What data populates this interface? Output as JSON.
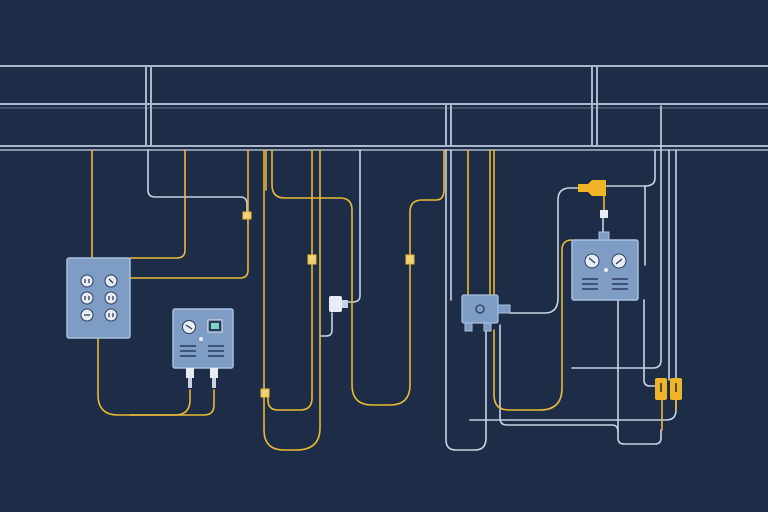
{
  "colors": {
    "background": "#1e2d47",
    "rail": "#c3d0e4",
    "wire_yellow": "#e9b934",
    "wire_white": "#c8d2e2",
    "panel_fill": "#7f9cc4",
    "panel_stroke": "#a9c0de",
    "panel_detail": "#2a3d5c",
    "plug_white": "#e8edf5",
    "plug_yellow": "#f0b429"
  },
  "icons": {
    "outlet_panel_left": "outlet-grid-panel",
    "control_box_center": "dial-control-box",
    "control_box_right": "dial-control-box",
    "junction_block": "wire-junction-block",
    "plugs": "electrical-plug"
  }
}
